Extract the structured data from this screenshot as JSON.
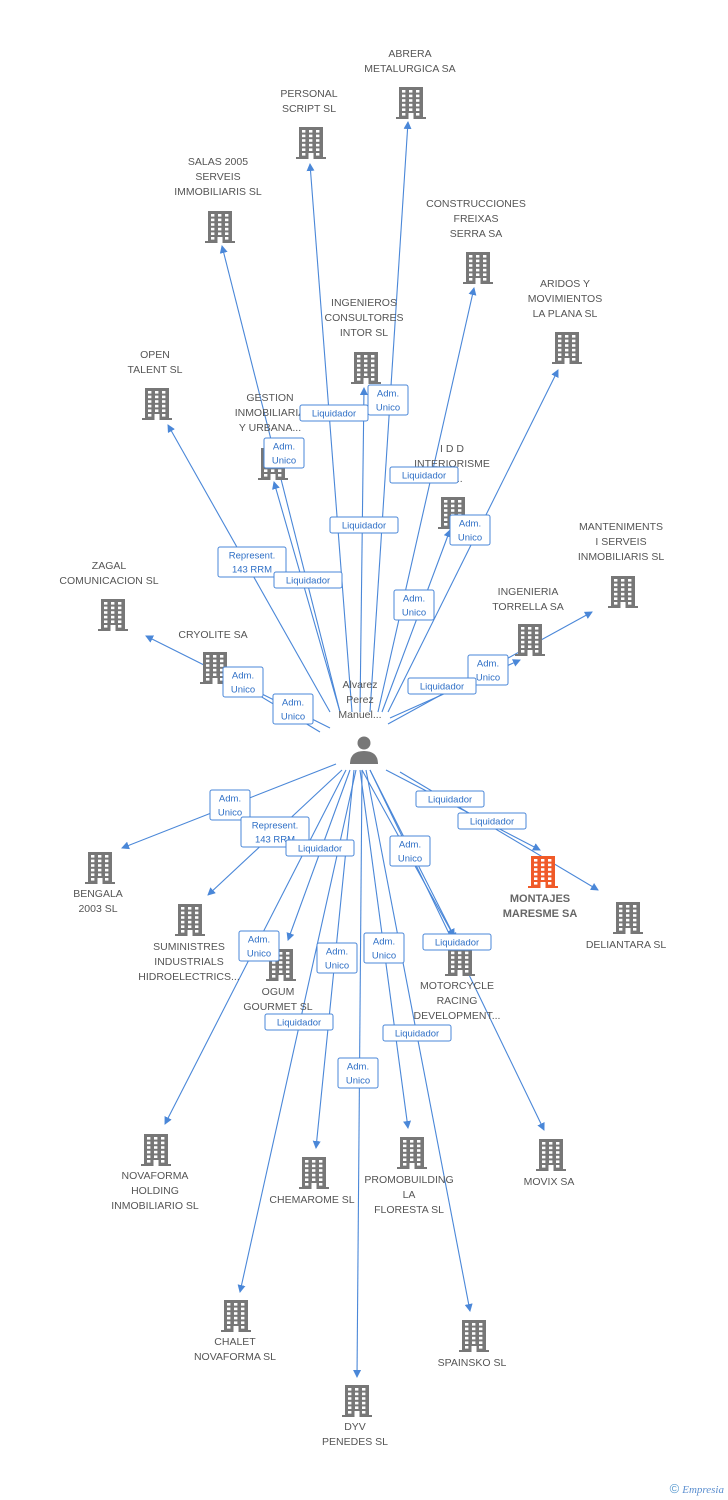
{
  "colors": {
    "edge": "#4a87d8",
    "building": "#777777",
    "focus_building": "#f05a28",
    "label": "#555555"
  },
  "center": {
    "id": "person",
    "label": [
      "Alvarez",
      "Perez",
      "Manuel..."
    ],
    "icon": "person-icon"
  },
  "companies": [
    {
      "id": "abrera",
      "label": [
        "ABRERA",
        "METALURGICA SA"
      ]
    },
    {
      "id": "personal",
      "label": [
        "PERSONAL",
        "SCRIPT SL"
      ]
    },
    {
      "id": "salas",
      "label": [
        "SALAS 2005",
        "SERVEIS",
        "IMMOBILIARIS SL"
      ]
    },
    {
      "id": "construcciones",
      "label": [
        "CONSTRUCCIONES",
        "FREIXAS",
        "SERRA SA"
      ]
    },
    {
      "id": "aridos",
      "label": [
        "ARIDOS Y",
        "MOVIMIENTOS",
        "LA PLANA SL"
      ]
    },
    {
      "id": "ingenieros",
      "label": [
        "INGENIEROS",
        "CONSULTORES",
        "INTOR SL"
      ]
    },
    {
      "id": "open",
      "label": [
        "OPEN",
        "TALENT SL"
      ]
    },
    {
      "id": "gestion",
      "label": [
        "GESTION",
        "INMOBILIARIA",
        "Y URBANA..."
      ]
    },
    {
      "id": "idd",
      "label": [
        "I D D",
        "INTERIORISME",
        "Y I..."
      ]
    },
    {
      "id": "manteniments",
      "label": [
        "MANTENIMENTS",
        "I SERVEIS",
        "INMOBILIARIS SL"
      ]
    },
    {
      "id": "zagal",
      "label": [
        "ZAGAL",
        "COMUNICACION SL"
      ]
    },
    {
      "id": "ingenieria",
      "label": [
        "INGENIERIA",
        "TORRELLA SA"
      ]
    },
    {
      "id": "cryolite",
      "label": [
        "CRYOLITE SA"
      ]
    },
    {
      "id": "bengala",
      "label": [
        "BENGALA",
        "2003 SL"
      ]
    },
    {
      "id": "montajes",
      "label": [
        "MONTAJES",
        "MARESME SA"
      ],
      "focus": true
    },
    {
      "id": "deliantara",
      "label": [
        "DELIANTARA SL"
      ]
    },
    {
      "id": "suministres",
      "label": [
        "SUMINISTRES",
        "INDUSTRIALS",
        "HIDROELECTRICS..."
      ]
    },
    {
      "id": "ogum",
      "label": [
        "OGUM",
        "GOURMET SL"
      ]
    },
    {
      "id": "motorcycle",
      "label": [
        "MOTORCYCLE",
        "RACING",
        "DEVELOPMENT..."
      ]
    },
    {
      "id": "novaforma",
      "label": [
        "NOVAFORMA",
        "HOLDING",
        "INMOBILIARIO SL"
      ]
    },
    {
      "id": "chemarome",
      "label": [
        "CHEMAROME SL"
      ]
    },
    {
      "id": "promobuilding",
      "label": [
        "PROMOBUILDING",
        "LA",
        "FLORESTA SL"
      ]
    },
    {
      "id": "movix",
      "label": [
        "MOVIX SA"
      ]
    },
    {
      "id": "chalet",
      "label": [
        "CHALET",
        "NOVAFORMA SL"
      ]
    },
    {
      "id": "spainsko",
      "label": [
        "SPAINSKO SL"
      ]
    },
    {
      "id": "dyv",
      "label": [
        "DYV",
        "PENEDES SL"
      ]
    }
  ],
  "relations": [
    {
      "target": "abrera",
      "label": [
        "Adm.",
        "Unico"
      ]
    },
    {
      "target": "personal",
      "label": [
        "Liquidador"
      ]
    },
    {
      "target": "salas",
      "label": [
        "Adm.",
        "Unico"
      ]
    },
    {
      "target": "construcciones",
      "label": [
        "Liquidador"
      ]
    },
    {
      "target": "aridos",
      "label": [
        "Adm.",
        "Unico"
      ]
    },
    {
      "target": "ingenieros",
      "label": [
        "Liquidador"
      ]
    },
    {
      "target": "open",
      "label": [
        "Represent.",
        "143 RRM"
      ]
    },
    {
      "target": "gestion",
      "label": [
        "Liquidador"
      ]
    },
    {
      "target": "idd",
      "label": [
        "Adm.",
        "Unico"
      ]
    },
    {
      "target": "manteniments",
      "label": [
        "Adm.",
        "Unico"
      ]
    },
    {
      "target": "ingenieria",
      "label": [
        "Liquidador"
      ]
    },
    {
      "target": "cryolite",
      "label": [
        "Adm.",
        "Unico"
      ]
    },
    {
      "target": "cryolite",
      "label": [
        "Adm.",
        "Unico"
      ]
    },
    {
      "target": "bengala",
      "label": [
        "Adm.",
        "Unico"
      ]
    },
    {
      "target": "montajes",
      "label": [
        "Liquidador"
      ]
    },
    {
      "target": "deliantara",
      "label": [
        "Liquidador"
      ]
    },
    {
      "target": "suministres",
      "label": [
        "Represent.",
        "143 RRM"
      ]
    },
    {
      "target": "ogum",
      "label": [
        "Liquidador"
      ]
    },
    {
      "target": "motorcycle",
      "label": [
        "Adm.",
        "Unico"
      ]
    },
    {
      "target": "motorcycle",
      "label": [
        "Liquidador"
      ]
    },
    {
      "target": "novaforma",
      "label": [
        "Adm.",
        "Unico"
      ]
    },
    {
      "target": "chemarome",
      "label": [
        "Adm.",
        "Unico"
      ]
    },
    {
      "target": "promobuilding",
      "label": [
        "Adm.",
        "Unico"
      ]
    },
    {
      "target": "chalet",
      "label": [
        "Liquidador"
      ]
    },
    {
      "target": "spainsko",
      "label": [
        "Liquidador"
      ]
    },
    {
      "target": "dyv",
      "label": [
        "Adm.",
        "Unico"
      ]
    }
  ],
  "footer": {
    "copyright": "©",
    "brand": "Empresia"
  }
}
